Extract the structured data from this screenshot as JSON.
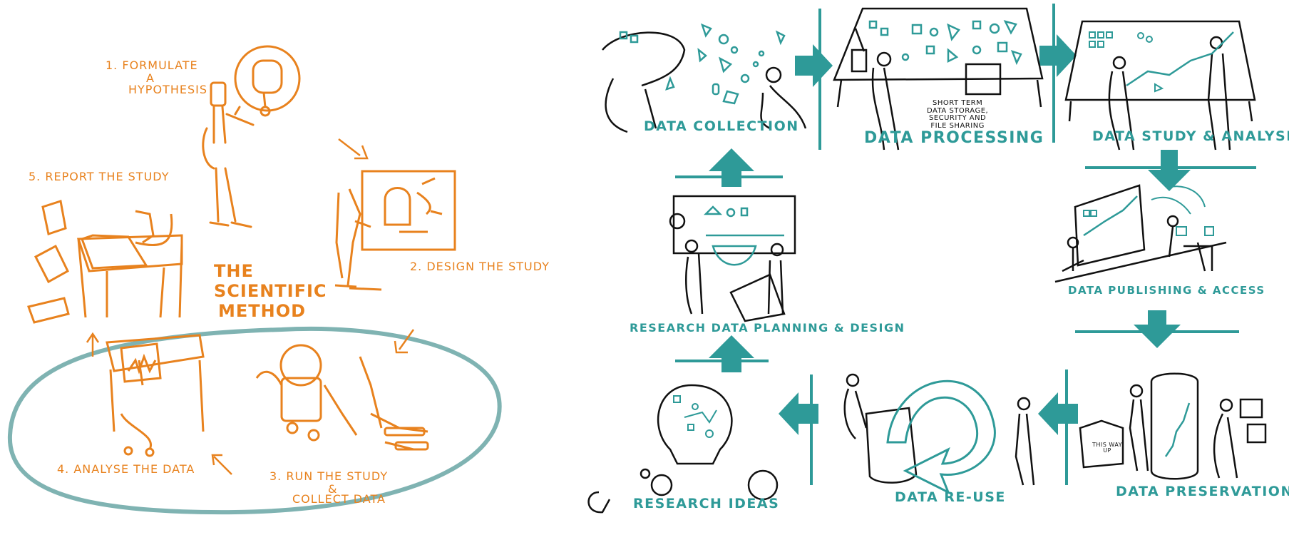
{
  "colors": {
    "orange": "#e8821e",
    "teal": "#2e9a98",
    "ink": "#111111"
  },
  "scientific_method": {
    "title": [
      "The",
      "Scientific",
      "Method"
    ],
    "steps": [
      {
        "number": "1.",
        "lines": [
          "Formulate",
          "a",
          "Hypothesis"
        ]
      },
      {
        "number": "2.",
        "lines": [
          "Design the study"
        ]
      },
      {
        "number": "3.",
        "lines": [
          "Run the study",
          "&",
          "collect data"
        ]
      },
      {
        "number": "4.",
        "lines": [
          "Analyse the data"
        ]
      },
      {
        "number": "5.",
        "lines": [
          "Report the study"
        ]
      }
    ]
  },
  "data_lifecycle": {
    "stages": [
      "Data collection",
      "Data processing",
      "Data study & analysis",
      "Data publishing & access",
      "Data preservation",
      "Data re-use",
      "Research ideas",
      "Research data planning & design"
    ],
    "annotations": {
      "short_term_storage": [
        "Short term",
        "data storage,",
        "security and",
        "file sharing"
      ],
      "box_label": [
        "This way",
        "up"
      ]
    }
  }
}
